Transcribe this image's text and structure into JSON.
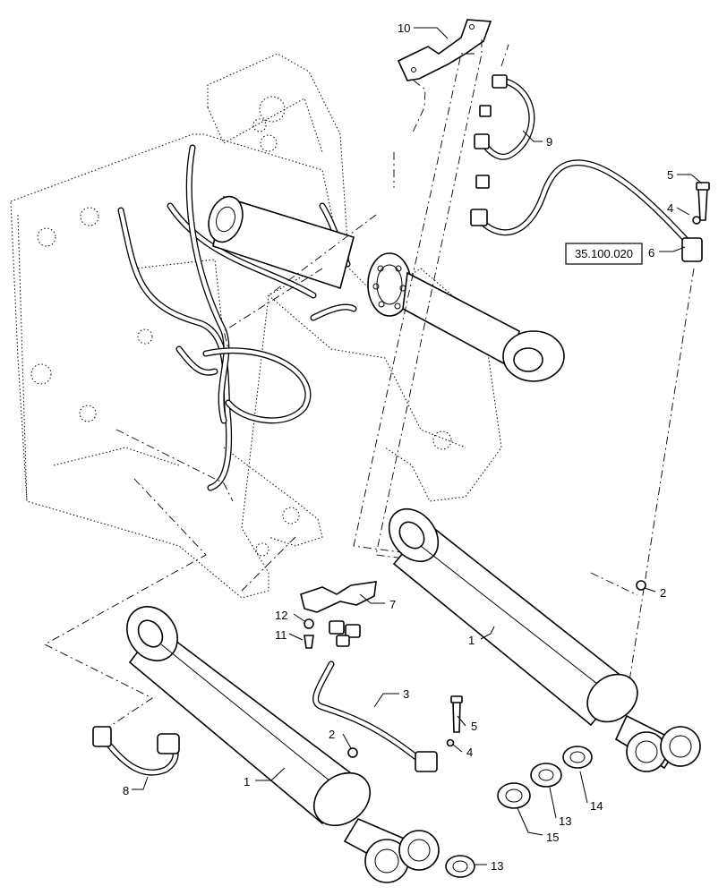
{
  "reference": "35.100.020",
  "callouts": {
    "c1a": "1",
    "c1b": "1",
    "c2a": "2",
    "c2b": "2",
    "c3": "3",
    "c4a": "4",
    "c4b": "4",
    "c5a": "5",
    "c5b": "5",
    "c6": "6",
    "c7": "7",
    "c8": "8",
    "c9": "9",
    "c10": "10",
    "c11": "11",
    "c12": "12",
    "c13a": "13",
    "c13b": "13",
    "c14": "14",
    "c15": "15"
  }
}
